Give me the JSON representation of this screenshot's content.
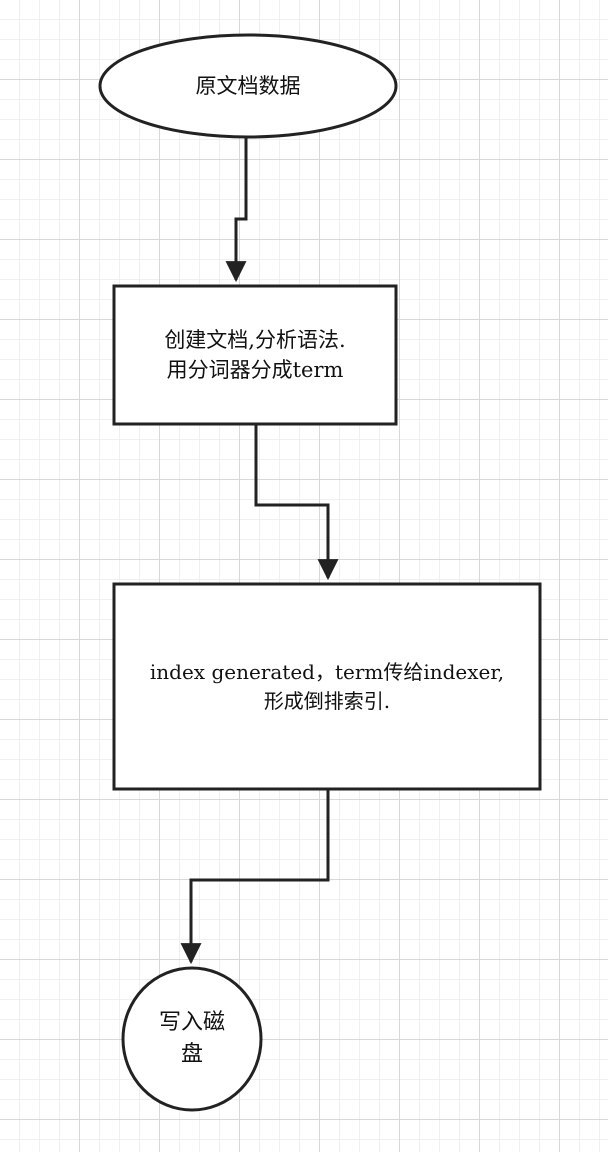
{
  "nodes": {
    "start": {
      "shape": "ellipse",
      "lines": [
        "原文档数据"
      ]
    },
    "step1": {
      "shape": "rectangle",
      "lines": [
        "创建文档,分析语法.",
        "用分词器分成term"
      ]
    },
    "step2": {
      "shape": "rectangle",
      "lines": [
        "index generated，term传给indexer,",
        "形成倒排索引."
      ]
    },
    "end": {
      "shape": "circle",
      "lines": [
        "写入磁",
        "盘"
      ]
    }
  },
  "edges": [
    {
      "from": "start",
      "to": "step1"
    },
    {
      "from": "step1",
      "to": "step2"
    },
    {
      "from": "step2",
      "to": "end"
    }
  ],
  "colors": {
    "stroke": "#222222",
    "grid_major": "#d8d8d8",
    "grid_minor": "#f0f0f0",
    "background": "#ffffff"
  }
}
